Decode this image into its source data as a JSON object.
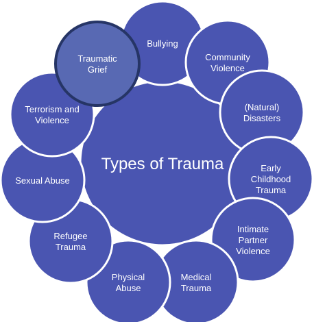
{
  "center": {
    "label": "Types of Trauma"
  },
  "nodes": [
    {
      "key": "bullying",
      "lines": [
        "Bullying"
      ]
    },
    {
      "key": "community-violence",
      "lines": [
        "Community",
        "Violence"
      ]
    },
    {
      "key": "natural-disasters",
      "lines": [
        "(Natural)",
        "Disasters"
      ]
    },
    {
      "key": "early-childhood-trauma",
      "lines": [
        "Early",
        "Childhood",
        "Trauma"
      ]
    },
    {
      "key": "intimate-partner-violence",
      "lines": [
        "Intimate",
        "Partner",
        "Violence"
      ]
    },
    {
      "key": "medical-trauma",
      "lines": [
        "Medical",
        "Trauma"
      ]
    },
    {
      "key": "physical-abuse",
      "lines": [
        "Physical",
        "Abuse"
      ]
    },
    {
      "key": "refugee-trauma",
      "lines": [
        "Refugee",
        "Trauma"
      ]
    },
    {
      "key": "sexual-abuse",
      "lines": [
        "Sexual Abuse"
      ]
    },
    {
      "key": "terrorism-and-violence",
      "lines": [
        "Terrorism and",
        "Violence"
      ]
    },
    {
      "key": "traumatic-grief",
      "lines": [
        "Traumatic",
        "Grief"
      ],
      "highlighted": true
    }
  ],
  "colors": {
    "circle_fill": "#4a55b1",
    "highlight_fill": "#5869b3",
    "highlight_stroke": "#263566",
    "circle_stroke": "#ffffff",
    "text": "#ffffff"
  }
}
